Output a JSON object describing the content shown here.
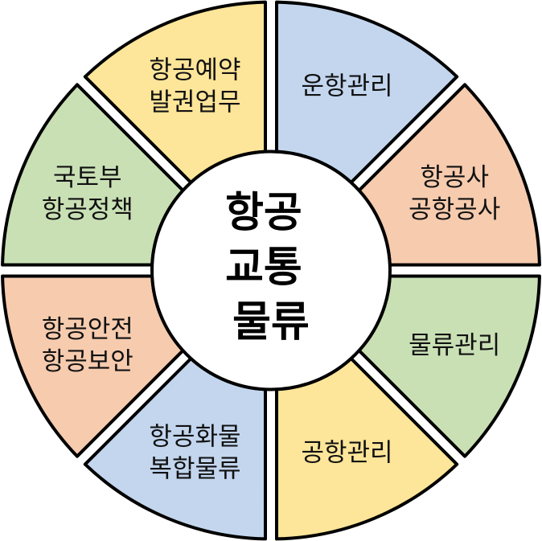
{
  "center": {
    "lines": [
      "항공",
      "교통",
      "물류"
    ]
  },
  "segments": [
    {
      "id": "operations",
      "lines": [
        "운항관리"
      ],
      "color": "#c3d6ee"
    },
    {
      "id": "airline-airport",
      "lines": [
        "항공사",
        "공항공사"
      ],
      "color": "#f6cbae"
    },
    {
      "id": "logistics",
      "lines": [
        "물류관리"
      ],
      "color": "#c9e0b5"
    },
    {
      "id": "airport-management",
      "lines": [
        "공항관리"
      ],
      "color": "#fde599"
    },
    {
      "id": "air-cargo",
      "lines": [
        "항공화물",
        "복합물류"
      ],
      "color": "#c3d6ee"
    },
    {
      "id": "safety-security",
      "lines": [
        "항공안전",
        "항공보안"
      ],
      "color": "#f6cbae"
    },
    {
      "id": "molit-policy",
      "lines": [
        "국토부",
        "항공정책"
      ],
      "color": "#c9e0b5"
    },
    {
      "id": "reservation-ticketing",
      "lines": [
        "항공예약",
        "발권업무"
      ],
      "color": "#fde599"
    }
  ]
}
